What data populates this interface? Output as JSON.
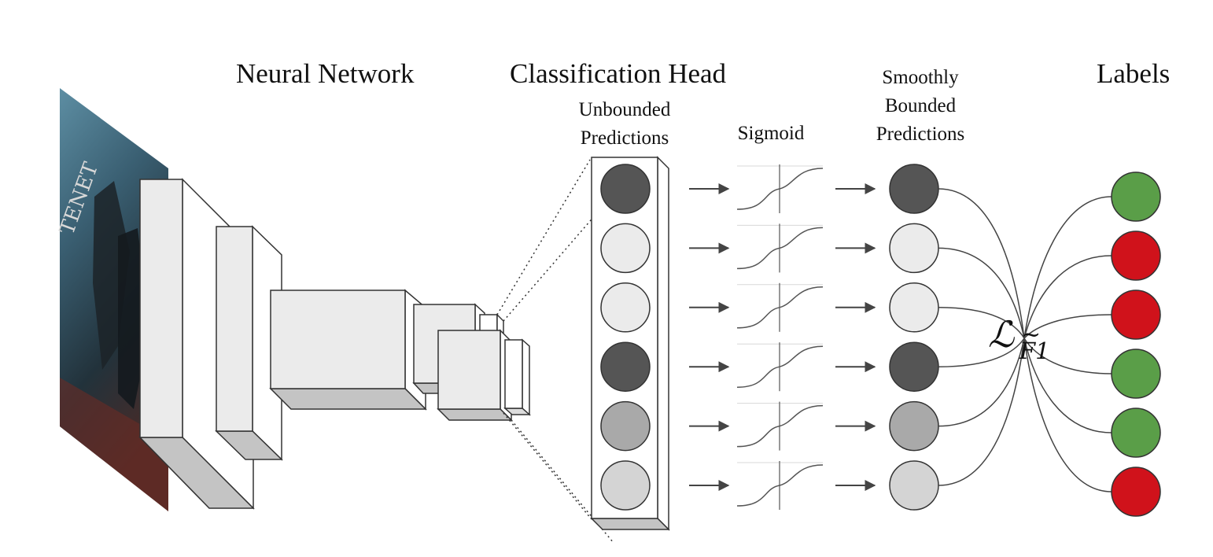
{
  "titles": {
    "neural_network": "Neural Network",
    "classification_head": "Classification Head",
    "labels": "Labels"
  },
  "captions": {
    "unbounded_line1": "Unbounded",
    "unbounded_line2": "Predictions",
    "sigmoid": "Sigmoid",
    "smooth_line1": "Smoothly",
    "smooth_line2": "Bounded",
    "smooth_line3": "Predictions"
  },
  "loss": {
    "symbol": "ℒ",
    "subscript": "F1",
    "accent": "~"
  },
  "poster": {
    "description_icon": "movie-poster-image"
  },
  "rows": [
    {
      "shade": "#555555",
      "label_color": "#5a9e48"
    },
    {
      "shade": "#ebebeb",
      "label_color": "#d0121b"
    },
    {
      "shade": "#ebebeb",
      "label_color": "#d0121b"
    },
    {
      "shade": "#555555",
      "label_color": "#5a9e48"
    },
    {
      "shade": "#a9a9a9",
      "label_color": "#5a9e48"
    },
    {
      "shade": "#d4d4d4",
      "label_color": "#d0121b"
    }
  ],
  "colors": {
    "positive_label": "#5a9e48",
    "negative_label": "#d0121b",
    "layer_face": "#ebebeb",
    "layer_side": "#ffffff",
    "layer_bottom": "#c0c0c0"
  }
}
